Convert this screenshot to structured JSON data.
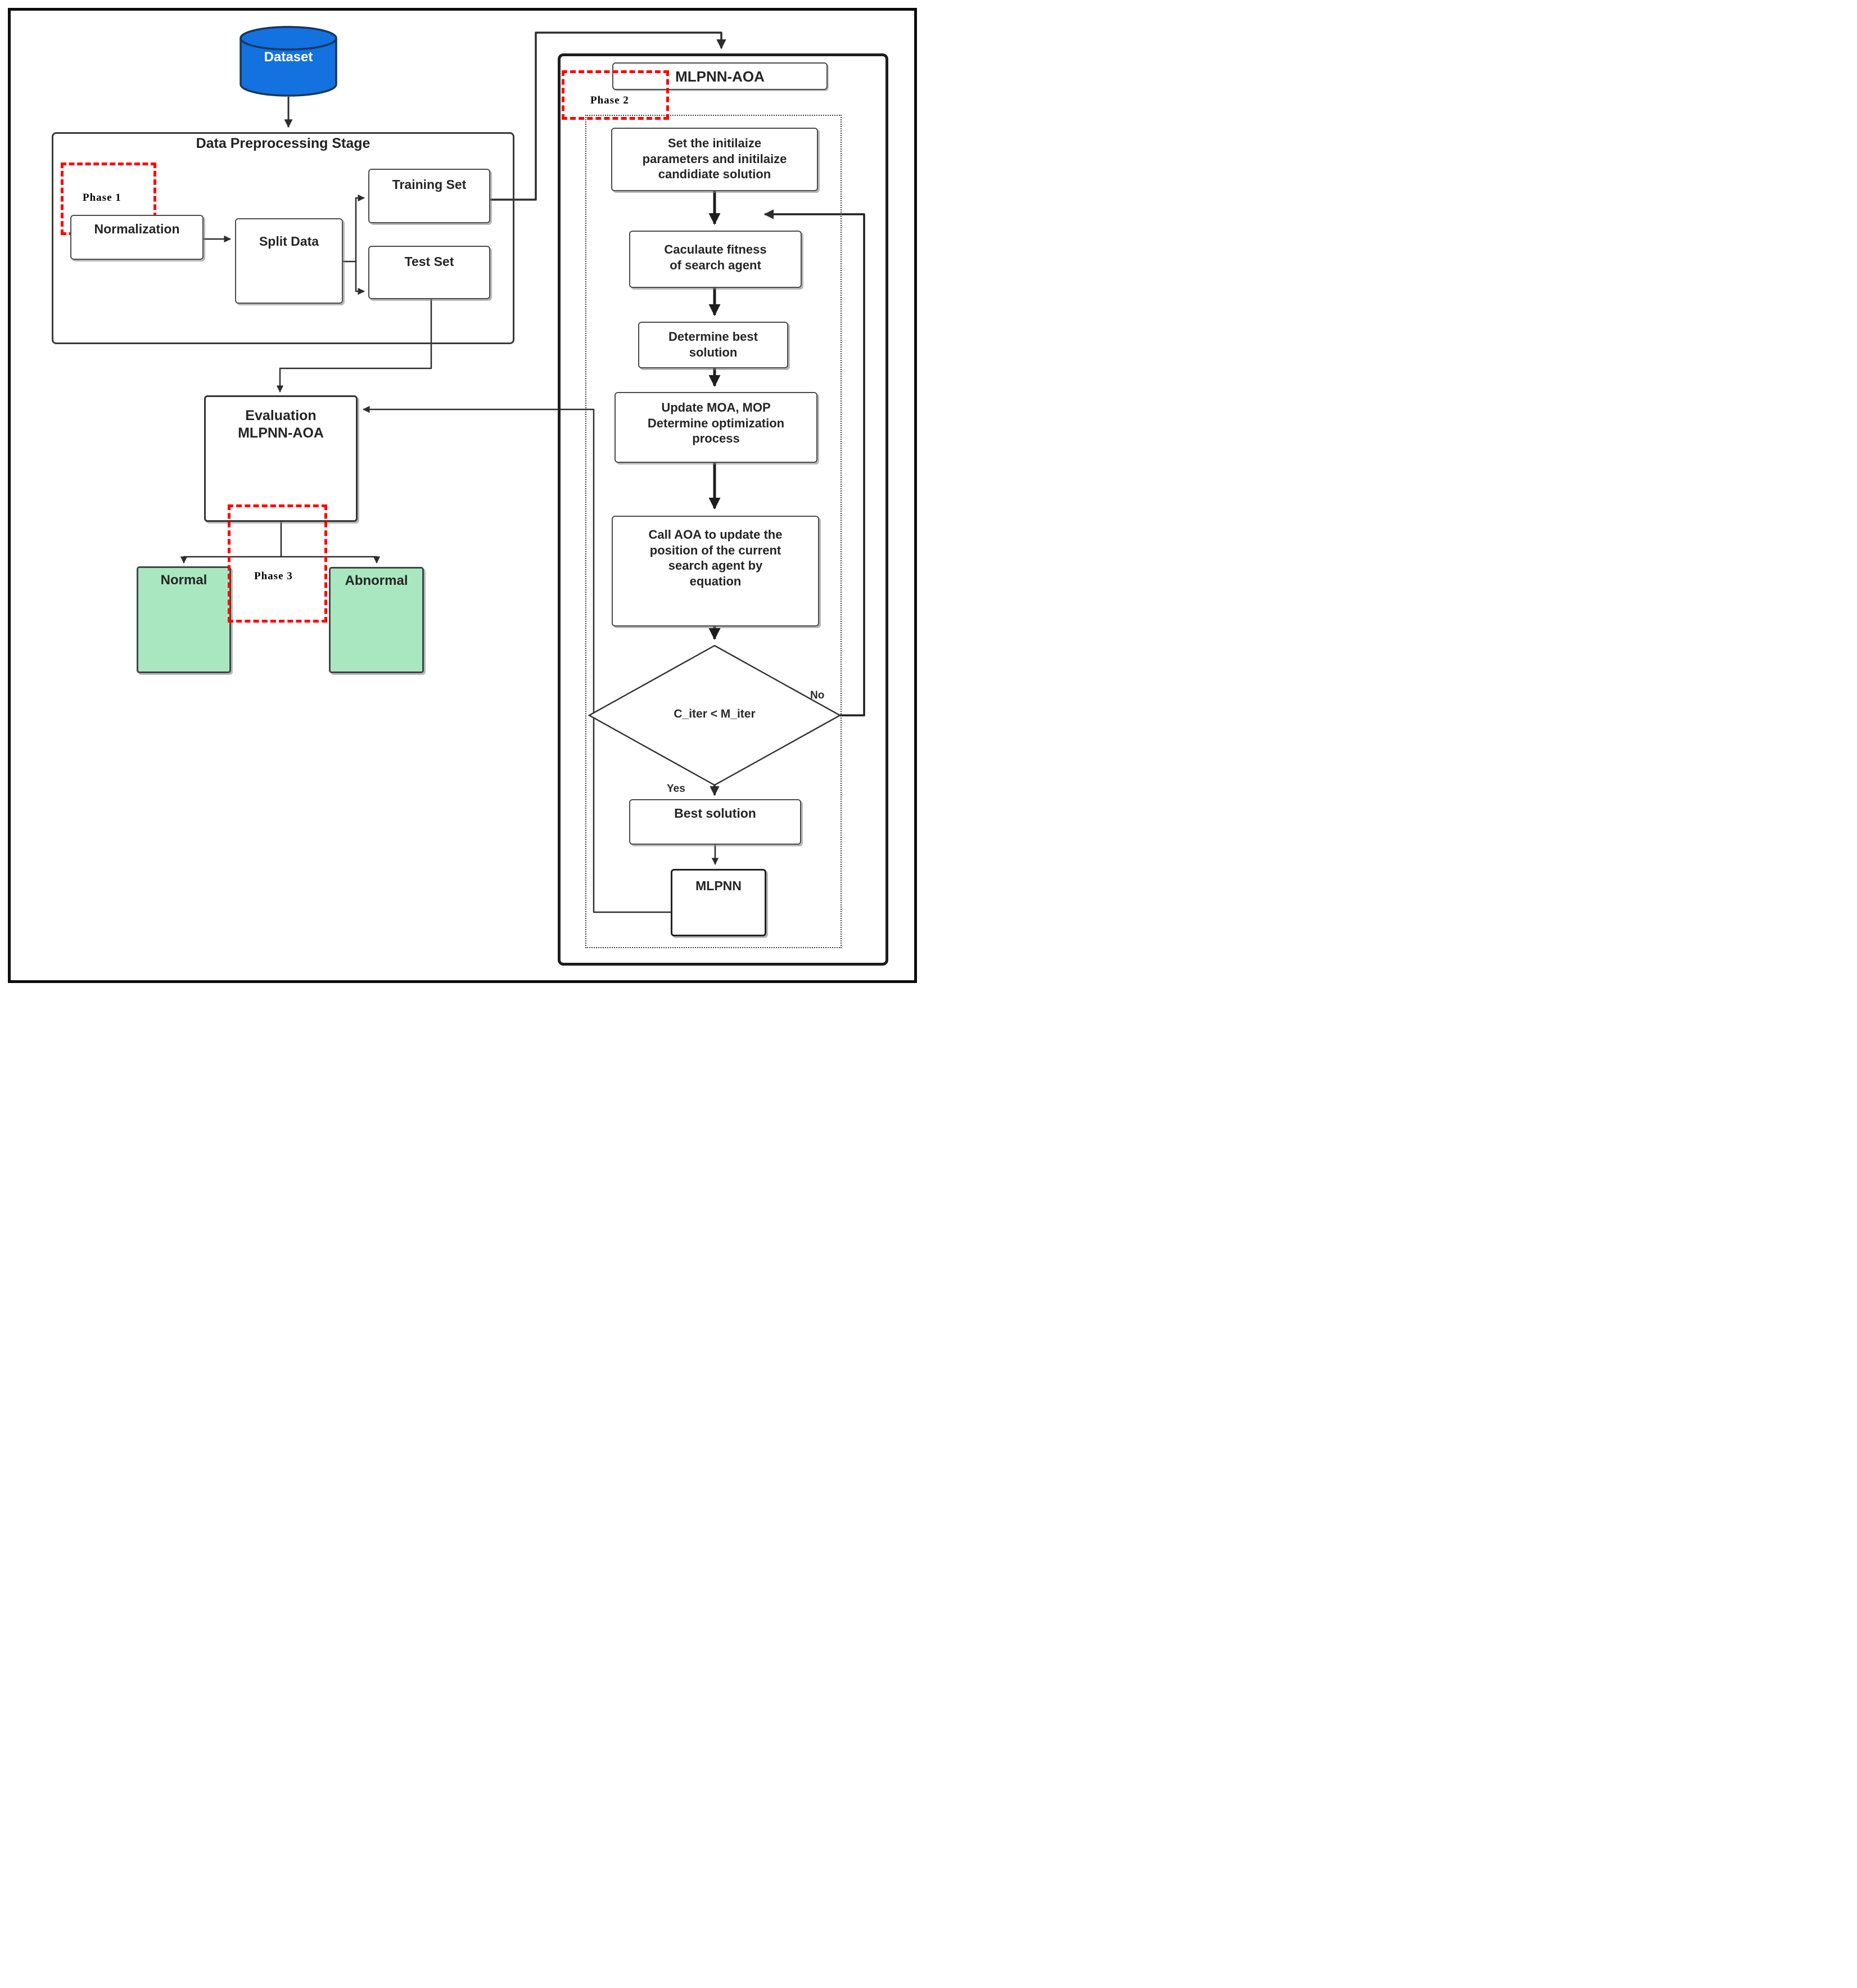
{
  "dataset": {
    "label": "Dataset"
  },
  "preprocessing": {
    "title": "Data Preprocessing Stage",
    "phase_label": "Phase 1",
    "normalization": "Normalization",
    "split_data": "Split Data",
    "training_set": "Training Set",
    "test_set": "Test Set"
  },
  "evaluation": {
    "line1": "Evaluation",
    "line2": "MLPNN-AOA"
  },
  "outcomes": {
    "phase_label": "Phase 3",
    "normal": "Normal",
    "abnormal": "Abnormal"
  },
  "aoa": {
    "title": "MLPNN-AOA",
    "phase_label": "Phase 2",
    "init": {
      "l1": "Set the initilaize",
      "l2": "parameters and initilaize",
      "l3": "candidiate solution"
    },
    "fitness": {
      "l1": "Caculaute fitness",
      "l2": "of search agent"
    },
    "best": {
      "l1": "Determine best",
      "l2": "solution"
    },
    "update": {
      "l1": "Update MOA, MOP",
      "l2": "Determine optimization",
      "l3": "process"
    },
    "call": {
      "l1": "Call AOA to update the",
      "l2": "position of the current",
      "l3": "search agent by",
      "l4": "equation"
    },
    "best_solution": "Best solution",
    "mlpnn": "MLPNN"
  },
  "decision": {
    "label": "C_iter < M_iter",
    "yes": "Yes",
    "no": "No"
  },
  "colors": {
    "dataset_blue": "#1371e0",
    "dataset_blue_border": "#16395c",
    "outcome_green": "#a9e7c1",
    "phase_red": "#ff0000",
    "line_dark": "#2d2d2d"
  }
}
